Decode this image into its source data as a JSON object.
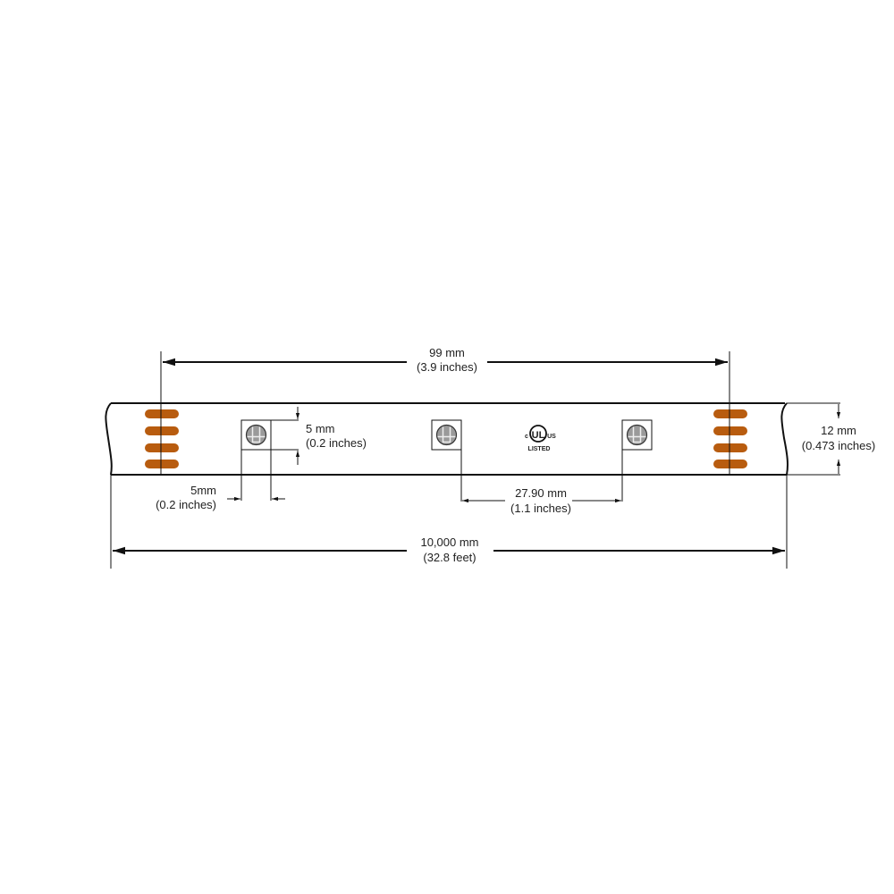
{
  "colors": {
    "pad": "#b85c0f",
    "line": "#111111",
    "led_fill": "#9a9a9a"
  },
  "dimensions": {
    "cut_spacing": {
      "metric": "99 mm",
      "imperial": "(3.9 inches)"
    },
    "led_height": {
      "metric": "5 mm",
      "imperial": "(0.2 inches)"
    },
    "led_width": {
      "metric": "5mm",
      "imperial": "(0.2 inches)"
    },
    "led_pitch": {
      "metric": "27.90 mm",
      "imperial": "(1.1 inches)"
    },
    "strip_width": {
      "metric": "12 mm",
      "imperial": "(0.473 inches)"
    },
    "strip_length": {
      "metric": "10,000 mm",
      "imperial": "(32.8 feet)"
    }
  },
  "certification": {
    "left": "c",
    "mark": "UL",
    "right": "US",
    "label": "LISTED"
  }
}
